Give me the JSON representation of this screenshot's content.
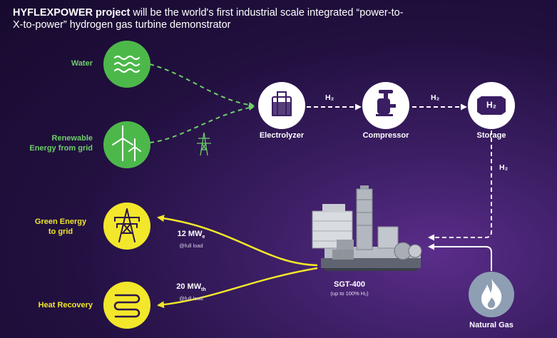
{
  "title": {
    "bold": "HYFLEXPOWER project",
    "rest": " will be the world's first industrial scale integrated “power-to-X-to-power” hydrogen gas turbine demonstrator"
  },
  "inputs": {
    "water": "Water",
    "renewable_line1": "Renewable",
    "renewable_line2": "Energy from grid"
  },
  "outputs": {
    "green_line1": "Green Energy",
    "green_line2": "to grid",
    "heat": "Heat Recovery"
  },
  "chain": {
    "electrolyzer": "Electrolyzer",
    "compressor": "Compressor",
    "storage": "Storage",
    "storage_icon": "H₂",
    "h2_label": "H₂"
  },
  "turbine": {
    "name": "SGT-400",
    "note": "(up to 100% H₂)"
  },
  "power": {
    "electric_value": "12 MW",
    "electric_sub": "e",
    "electric_note": "@full load",
    "thermal_value": "20 MW",
    "thermal_sub": "th",
    "thermal_note": "@full load"
  },
  "natural_gas": "Natural Gas",
  "colors": {
    "green": "#4cb84a",
    "yellow": "#f2e72a",
    "circle_white": "#ffffff",
    "gas_circle": "#8e9fb4"
  },
  "icons": [
    "waves-icon",
    "wind-turbine-icon",
    "pylon-icon",
    "electrolyzer-icon",
    "compressor-icon",
    "storage-tank-icon",
    "flame-icon",
    "gas-turbine-icon"
  ]
}
